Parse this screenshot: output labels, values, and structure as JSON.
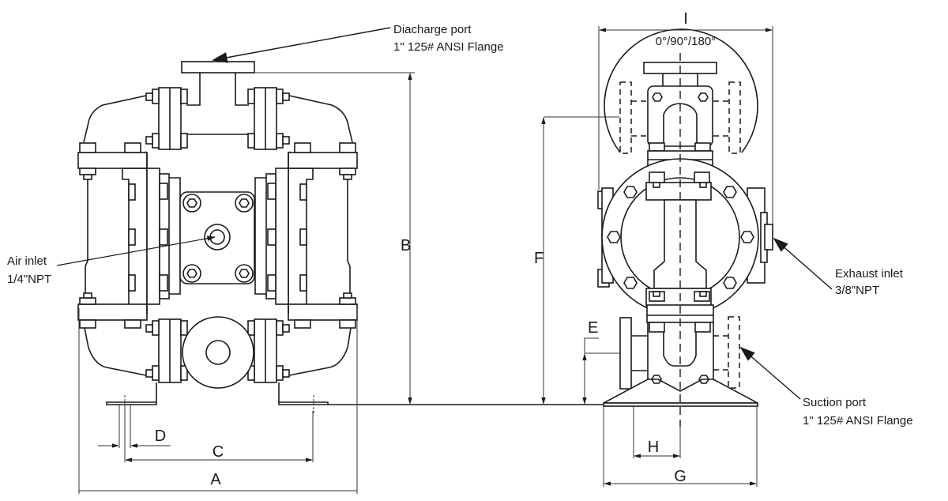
{
  "callouts": {
    "discharge_port": {
      "line1": "Diacharge port",
      "line2": "1\" 125# ANSI Flange"
    },
    "air_inlet": {
      "line1": "Air inlet",
      "line2": "1/4\"NPT"
    },
    "exhaust_inlet": {
      "line1": "Exhaust inlet",
      "line2": "3/8\"NPT"
    },
    "suction_port": {
      "line1": "Suction port",
      "line2": "1\" 125# ANSI Flange"
    }
  },
  "dimensions": {
    "A": "A",
    "B": "B",
    "C": "C",
    "D": "D",
    "E": "E",
    "F": "F",
    "G": "G",
    "H": "H",
    "I": "I"
  },
  "rotation_note": "0°/90°/180°",
  "colors": {
    "line": "#1a1a1a",
    "background": "#ffffff"
  }
}
